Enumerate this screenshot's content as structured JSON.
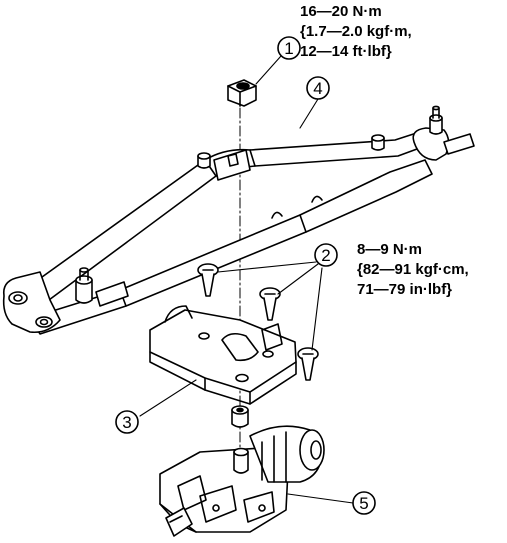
{
  "torque_specs": {
    "nut": {
      "line1": "16—20 N·m",
      "line2": "{1.7—2.0 kgf·m,",
      "line3": "12—14 ft·lbf}"
    },
    "bolts": {
      "line1": "8—9 N·m",
      "line2": "{82—91 kgf·cm,",
      "line3": "71—79 in·lbf}"
    }
  },
  "callouts": {
    "c1": "1",
    "c2": "2",
    "c3": "3",
    "c4": "4",
    "c5": "5"
  }
}
